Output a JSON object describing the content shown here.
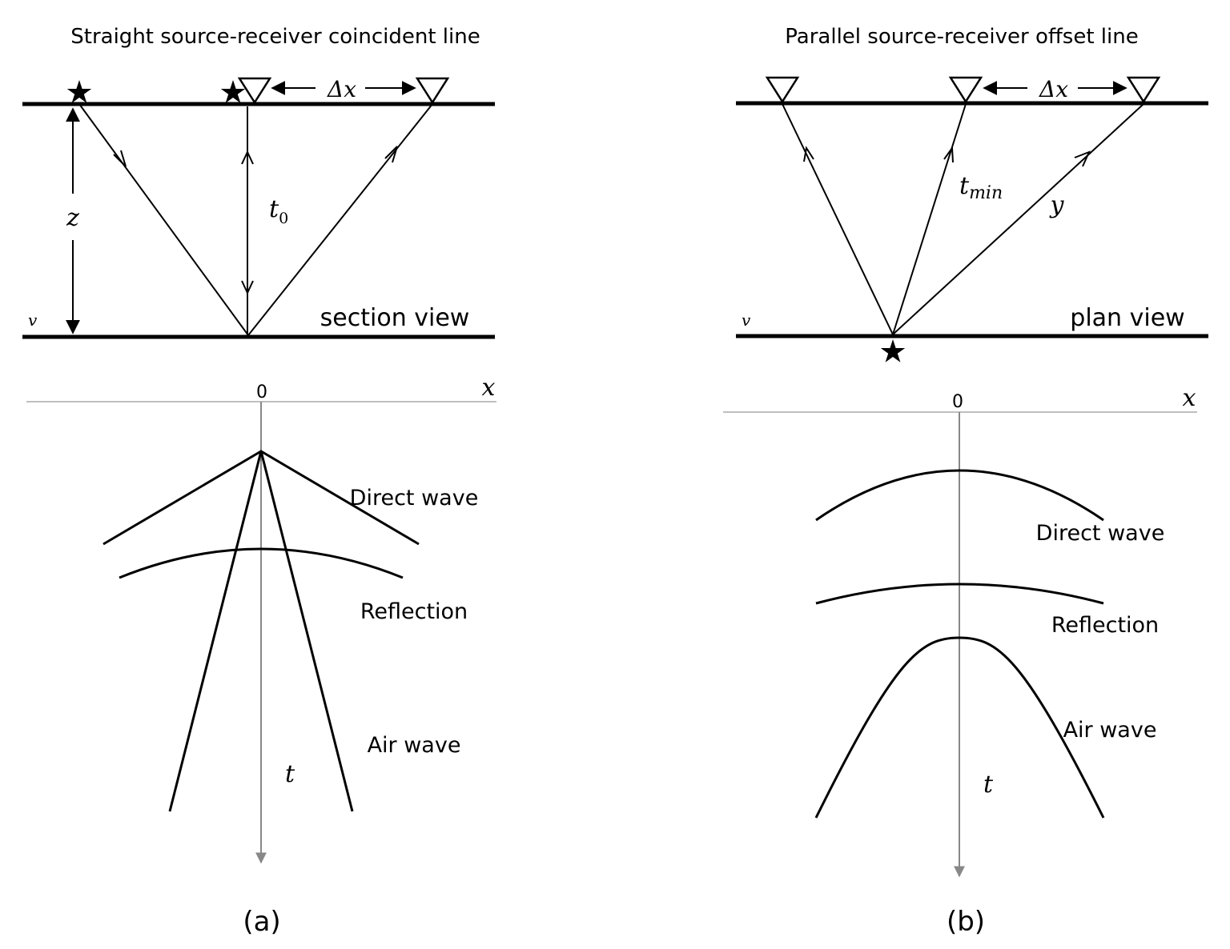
{
  "panel_a": {
    "title": "Straight source-receiver coincident line",
    "dx_label": "Δx",
    "z_label": "z",
    "t0_label": "t",
    "t0_sub": "0",
    "v_label": "v",
    "view_label": "section view",
    "axis_zero": "0",
    "axis_x": "x",
    "axis_t": "t",
    "direct_wave": "Direct wave",
    "reflection": "Reflection",
    "air_wave": "Air wave",
    "caption": "(a)"
  },
  "panel_b": {
    "title": "Parallel source-receiver offset line",
    "dx_label": "Δx",
    "tmin_label": "t",
    "tmin_sub": "min",
    "y_label": "y",
    "v_label": "v",
    "view_label": "plan view",
    "axis_zero": "0",
    "axis_x": "x",
    "axis_t": "t",
    "direct_wave": "Direct wave",
    "reflection": "Reflection",
    "air_wave": "Air wave",
    "caption": "(b)"
  }
}
